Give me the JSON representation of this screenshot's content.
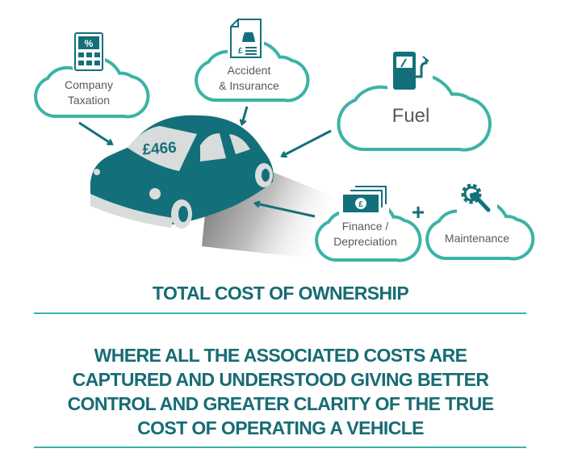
{
  "colors": {
    "dark_teal": "#13707a",
    "cloud_teal": "#3bb3a5",
    "text_gray": "#5a5a5a",
    "car_light": "#d8dcdb"
  },
  "car": {
    "price": "£466"
  },
  "clouds": {
    "taxation": {
      "line1": "Company",
      "line2": "Taxation",
      "icon": "calculator-icon"
    },
    "insurance": {
      "line1": "Accident",
      "line2": "& Insurance",
      "icon": "insurance-document-icon"
    },
    "fuel": {
      "line1": "Fuel",
      "icon": "fuel-pump-icon"
    },
    "finance": {
      "line1": "Finance /",
      "line2": "Depreciation",
      "icon": "banknotes-icon"
    },
    "maintenance": {
      "line1": "Maintenance",
      "icon": "gear-wrench-icon"
    }
  },
  "plus": "+",
  "heading": "TOTAL COST OF OWNERSHIP",
  "description": [
    "WHERE ALL THE ASSOCIATED COSTS ARE",
    "CAPTURED AND UNDERSTOOD GIVING BETTER",
    "CONTROL AND GREATER CLARITY OF THE TRUE",
    "COST OF OPERATING A VEHICLE"
  ]
}
